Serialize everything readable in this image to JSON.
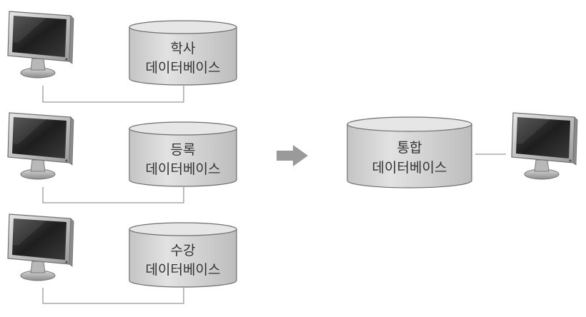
{
  "diagram": {
    "sources": [
      {
        "name": "학사",
        "subtitle": "데이터베이스"
      },
      {
        "name": "등록",
        "subtitle": "데이터베이스"
      },
      {
        "name": "수강",
        "subtitle": "데이터베이스"
      }
    ],
    "integrated": {
      "name": "통합",
      "subtitle": "데이터베이스"
    },
    "colors": {
      "cylinder_body": "#d4d4d4",
      "cylinder_top": "#e4e4e4",
      "cylinder_stroke": "#6e6e6e",
      "connector": "#999999",
      "arrow": "#9a9a9a",
      "monitor_frame": "#c8c8c8",
      "monitor_screen": "#2a2a2a"
    },
    "icons": {
      "monitor": "monitor-icon",
      "database": "database-cylinder-icon",
      "arrow": "arrow-right-icon"
    }
  }
}
